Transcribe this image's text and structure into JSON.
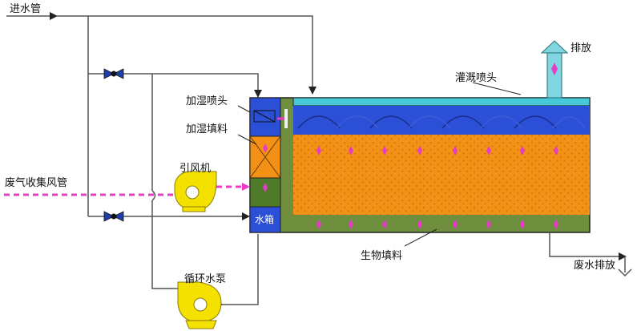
{
  "labels": {
    "inlet_pipe": "进水管",
    "exhaust": "排放",
    "spray_nozzle": "灌溉喷头",
    "humid_nozzle": "加湿喷头",
    "humid_packing": "加湿填料",
    "induced_fan": "引风机",
    "waste_gas_duct": "废气收集风管",
    "water_tank": "水箱",
    "bio_packing": "生物填料",
    "wastewater_discharge": "废水排放",
    "circulation_pump": "循环水泵"
  },
  "colors": {
    "pipe": "#555555",
    "gas_flow": "#e83cc8",
    "fan_pump": "#f5e100",
    "frame_green": "#6f8f3e",
    "spray_blue": "#2b4fd6",
    "top_cyan": "#46c8d8",
    "packing_orange": "#f39016",
    "tank_blue": "#2b4fd6",
    "exhaust_cyan": "#7fd6e0"
  }
}
